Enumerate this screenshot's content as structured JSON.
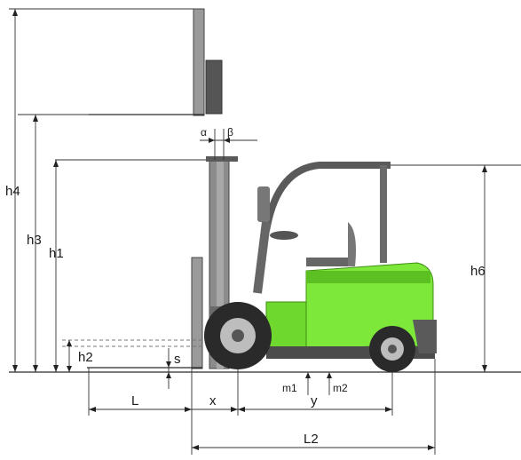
{
  "labels": {
    "h4": "h4",
    "h3": "h3",
    "h1": "h1",
    "h2": "h2",
    "s": "s",
    "h6": "h6",
    "L": "L",
    "x": "x",
    "y": "y",
    "L2": "L2",
    "m1": "m1",
    "m2": "m2",
    "alpha": "α",
    "beta": "β"
  },
  "colors": {
    "body": "#7ee83a",
    "body_dark": "#5cbf22",
    "mast": "#8c8c8c",
    "mast_dark": "#5a5a5a",
    "wheel": "#2a2a2a",
    "lines": "#2b2b2b"
  }
}
